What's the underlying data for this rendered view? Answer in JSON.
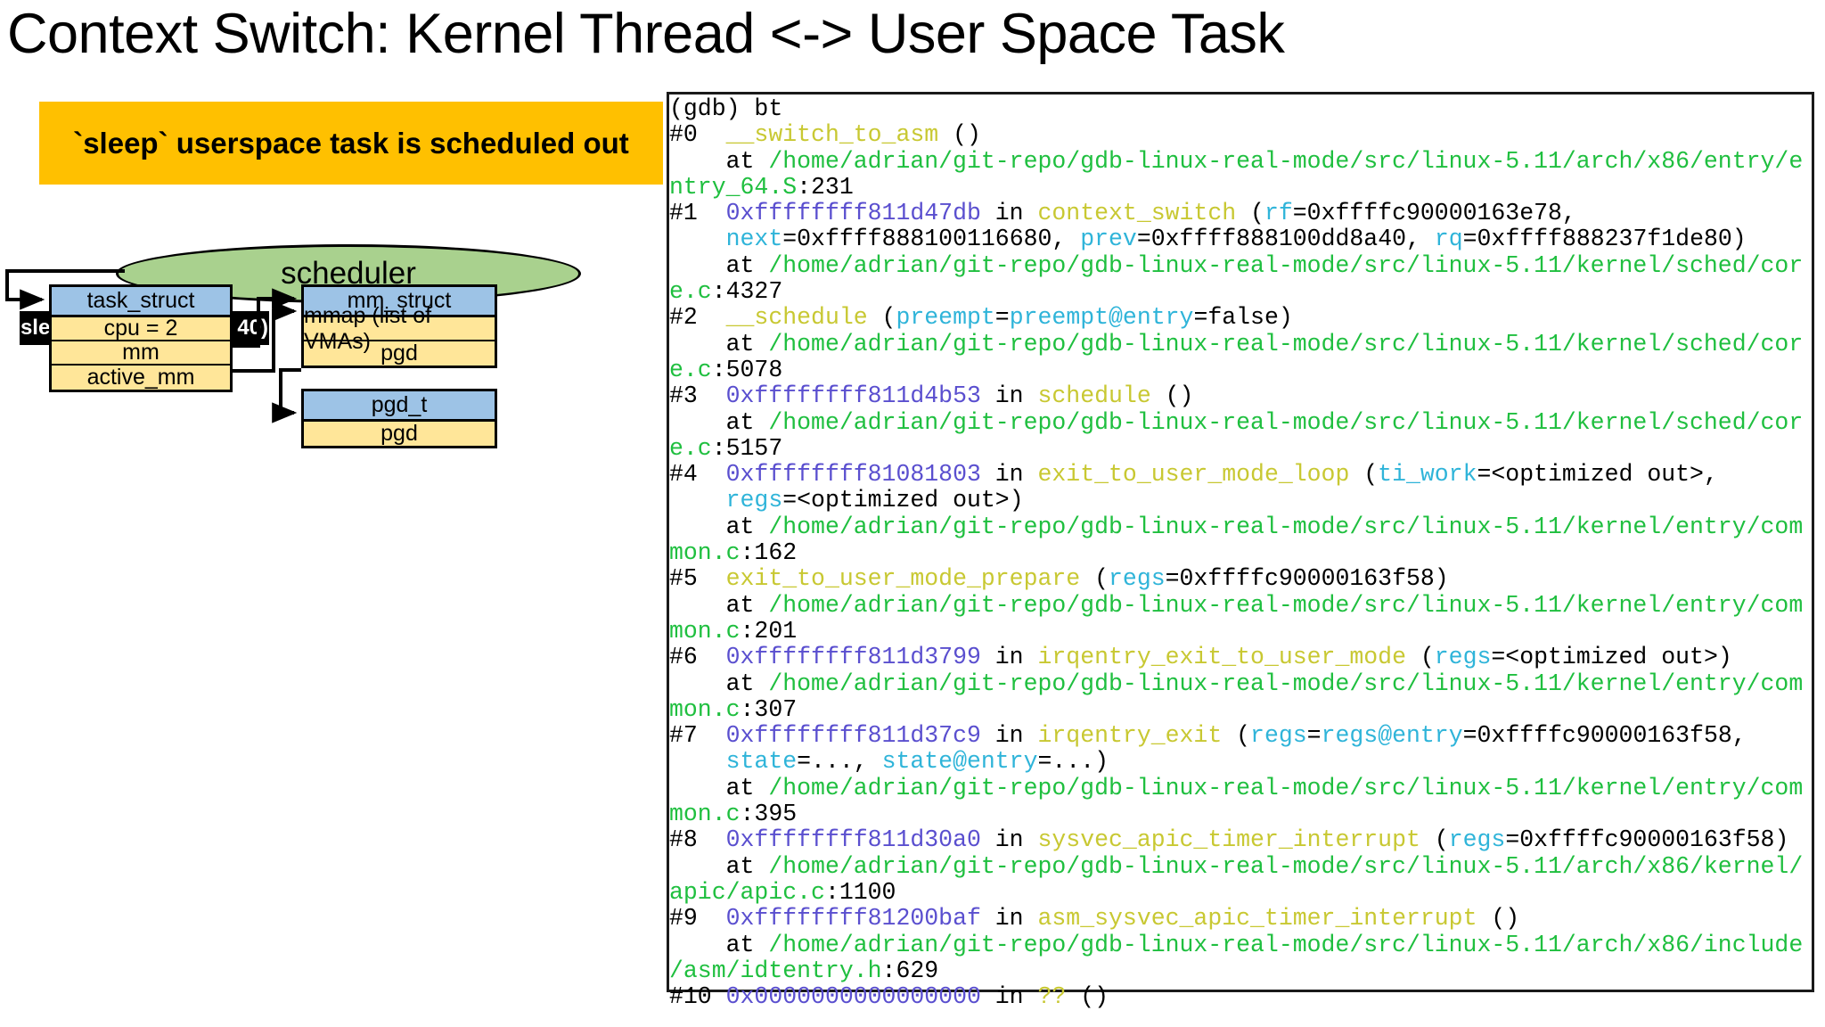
{
  "slide": {
    "title": "Context Switch: Kernel Thread <-> User Space Task"
  },
  "diagram": {
    "callout_banner": "`sleep` userspace task is scheduled out",
    "scheduler_label": "scheduler",
    "process_label": "sleep program (pid = 40)",
    "structs": [
      {
        "id": "task-struct",
        "title": "task_struct",
        "fields": [
          "cpu = 2",
          "mm",
          "active_mm"
        ]
      },
      {
        "id": "mm-struct",
        "title": "mm_struct",
        "fields": [
          "mmap (list of VMAs)",
          "pgd"
        ]
      },
      {
        "id": "pgd-t",
        "title": "pgd_t",
        "fields": [
          "pgd"
        ]
      }
    ],
    "colors": {
      "banner": "#FFC000",
      "ellipse": "#A9D18E",
      "struct_header": "#9DC3E6",
      "struct_row": "#FFE699",
      "label_bg": "#000000"
    }
  },
  "terminal": {
    "prompt": "(gdb) bt",
    "colors": {
      "function": "#c8c832",
      "path": "#1fbf3f",
      "address": "#5a4fcf",
      "argument": "#2fb4d9",
      "plain": "#000000"
    },
    "lines": [
      [
        {
          "t": "(gdb) bt",
          "c": "plain"
        }
      ],
      [
        {
          "t": "#0  ",
          "c": "plain"
        },
        {
          "t": "__switch_to_asm",
          "c": "fn"
        },
        {
          "t": " ()",
          "c": "plain"
        }
      ],
      [
        {
          "t": "    at ",
          "c": "plain"
        },
        {
          "t": "/home/adrian/git-repo/gdb-linux-real-mode/src/linux-5.11/arch/x86/entry/e",
          "c": "path"
        }
      ],
      [
        {
          "t": "ntry_64.S",
          "c": "path"
        },
        {
          "t": ":231",
          "c": "plain"
        }
      ],
      [
        {
          "t": "#1  ",
          "c": "plain"
        },
        {
          "t": "0xffffffff811d47db",
          "c": "addr"
        },
        {
          "t": " in ",
          "c": "plain"
        },
        {
          "t": "context_switch",
          "c": "fn"
        },
        {
          "t": " (",
          "c": "plain"
        },
        {
          "t": "rf",
          "c": "arg"
        },
        {
          "t": "=0xffffc90000163e78,",
          "c": "plain"
        }
      ],
      [
        {
          "t": "    ",
          "c": "plain"
        },
        {
          "t": "next",
          "c": "arg"
        },
        {
          "t": "=0xffff888100116680, ",
          "c": "plain"
        },
        {
          "t": "prev",
          "c": "arg"
        },
        {
          "t": "=0xffff888100dd8a40, ",
          "c": "plain"
        },
        {
          "t": "rq",
          "c": "arg"
        },
        {
          "t": "=0xffff888237f1de80)",
          "c": "plain"
        }
      ],
      [
        {
          "t": "    at ",
          "c": "plain"
        },
        {
          "t": "/home/adrian/git-repo/gdb-linux-real-mode/src/linux-5.11/kernel/sched/cor",
          "c": "path"
        }
      ],
      [
        {
          "t": "e.c",
          "c": "path"
        },
        {
          "t": ":4327",
          "c": "plain"
        }
      ],
      [
        {
          "t": "#2  ",
          "c": "plain"
        },
        {
          "t": "__schedule",
          "c": "fn"
        },
        {
          "t": " (",
          "c": "plain"
        },
        {
          "t": "preempt",
          "c": "arg"
        },
        {
          "t": "=",
          "c": "plain"
        },
        {
          "t": "preempt@entry",
          "c": "arg"
        },
        {
          "t": "=false)",
          "c": "plain"
        }
      ],
      [
        {
          "t": "    at ",
          "c": "plain"
        },
        {
          "t": "/home/adrian/git-repo/gdb-linux-real-mode/src/linux-5.11/kernel/sched/cor",
          "c": "path"
        }
      ],
      [
        {
          "t": "e.c",
          "c": "path"
        },
        {
          "t": ":5078",
          "c": "plain"
        }
      ],
      [
        {
          "t": "#3  ",
          "c": "plain"
        },
        {
          "t": "0xffffffff811d4b53",
          "c": "addr"
        },
        {
          "t": " in ",
          "c": "plain"
        },
        {
          "t": "schedule",
          "c": "fn"
        },
        {
          "t": " ()",
          "c": "plain"
        }
      ],
      [
        {
          "t": "    at ",
          "c": "plain"
        },
        {
          "t": "/home/adrian/git-repo/gdb-linux-real-mode/src/linux-5.11/kernel/sched/cor",
          "c": "path"
        }
      ],
      [
        {
          "t": "e.c",
          "c": "path"
        },
        {
          "t": ":5157",
          "c": "plain"
        }
      ],
      [
        {
          "t": "#4  ",
          "c": "plain"
        },
        {
          "t": "0xffffffff81081803",
          "c": "addr"
        },
        {
          "t": " in ",
          "c": "plain"
        },
        {
          "t": "exit_to_user_mode_loop",
          "c": "fn"
        },
        {
          "t": " (",
          "c": "plain"
        },
        {
          "t": "ti_work",
          "c": "arg"
        },
        {
          "t": "=<optimized out>,",
          "c": "plain"
        }
      ],
      [
        {
          "t": "    ",
          "c": "plain"
        },
        {
          "t": "regs",
          "c": "arg"
        },
        {
          "t": "=<optimized out>)",
          "c": "plain"
        }
      ],
      [
        {
          "t": "    at ",
          "c": "plain"
        },
        {
          "t": "/home/adrian/git-repo/gdb-linux-real-mode/src/linux-5.11/kernel/entry/com",
          "c": "path"
        }
      ],
      [
        {
          "t": "mon.c",
          "c": "path"
        },
        {
          "t": ":162",
          "c": "plain"
        }
      ],
      [
        {
          "t": "#5  ",
          "c": "plain"
        },
        {
          "t": "exit_to_user_mode_prepare",
          "c": "fn"
        },
        {
          "t": " (",
          "c": "plain"
        },
        {
          "t": "regs",
          "c": "arg"
        },
        {
          "t": "=0xffffc90000163f58)",
          "c": "plain"
        }
      ],
      [
        {
          "t": "    at ",
          "c": "plain"
        },
        {
          "t": "/home/adrian/git-repo/gdb-linux-real-mode/src/linux-5.11/kernel/entry/com",
          "c": "path"
        }
      ],
      [
        {
          "t": "mon.c",
          "c": "path"
        },
        {
          "t": ":201",
          "c": "plain"
        }
      ],
      [
        {
          "t": "#6  ",
          "c": "plain"
        },
        {
          "t": "0xffffffff811d3799",
          "c": "addr"
        },
        {
          "t": " in ",
          "c": "plain"
        },
        {
          "t": "irqentry_exit_to_user_mode",
          "c": "fn"
        },
        {
          "t": " (",
          "c": "plain"
        },
        {
          "t": "regs",
          "c": "arg"
        },
        {
          "t": "=<optimized out>)",
          "c": "plain"
        }
      ],
      [
        {
          "t": "    at ",
          "c": "plain"
        },
        {
          "t": "/home/adrian/git-repo/gdb-linux-real-mode/src/linux-5.11/kernel/entry/com",
          "c": "path"
        }
      ],
      [
        {
          "t": "mon.c",
          "c": "path"
        },
        {
          "t": ":307",
          "c": "plain"
        }
      ],
      [
        {
          "t": "#7  ",
          "c": "plain"
        },
        {
          "t": "0xffffffff811d37c9",
          "c": "addr"
        },
        {
          "t": " in ",
          "c": "plain"
        },
        {
          "t": "irqentry_exit",
          "c": "fn"
        },
        {
          "t": " (",
          "c": "plain"
        },
        {
          "t": "regs",
          "c": "arg"
        },
        {
          "t": "=",
          "c": "plain"
        },
        {
          "t": "regs@entry",
          "c": "arg"
        },
        {
          "t": "=0xffffc90000163f58,",
          "c": "plain"
        }
      ],
      [
        {
          "t": "    ",
          "c": "plain"
        },
        {
          "t": "state",
          "c": "arg"
        },
        {
          "t": "=..., ",
          "c": "plain"
        },
        {
          "t": "state@entry",
          "c": "arg"
        },
        {
          "t": "=...)",
          "c": "plain"
        }
      ],
      [
        {
          "t": "    at ",
          "c": "plain"
        },
        {
          "t": "/home/adrian/git-repo/gdb-linux-real-mode/src/linux-5.11/kernel/entry/com",
          "c": "path"
        }
      ],
      [
        {
          "t": "mon.c",
          "c": "path"
        },
        {
          "t": ":395",
          "c": "plain"
        }
      ],
      [
        {
          "t": "#8  ",
          "c": "plain"
        },
        {
          "t": "0xffffffff811d30a0",
          "c": "addr"
        },
        {
          "t": " in ",
          "c": "plain"
        },
        {
          "t": "sysvec_apic_timer_interrupt",
          "c": "fn"
        },
        {
          "t": " (",
          "c": "plain"
        },
        {
          "t": "regs",
          "c": "arg"
        },
        {
          "t": "=0xffffc90000163f58)",
          "c": "plain"
        }
      ],
      [
        {
          "t": "    at ",
          "c": "plain"
        },
        {
          "t": "/home/adrian/git-repo/gdb-linux-real-mode/src/linux-5.11/arch/x86/kernel/",
          "c": "path"
        }
      ],
      [
        {
          "t": "apic/apic.c",
          "c": "path"
        },
        {
          "t": ":1100",
          "c": "plain"
        }
      ],
      [
        {
          "t": "#9  ",
          "c": "plain"
        },
        {
          "t": "0xffffffff81200baf",
          "c": "addr"
        },
        {
          "t": " in ",
          "c": "plain"
        },
        {
          "t": "asm_sysvec_apic_timer_interrupt",
          "c": "fn"
        },
        {
          "t": " ()",
          "c": "plain"
        }
      ],
      [
        {
          "t": "    at ",
          "c": "plain"
        },
        {
          "t": "/home/adrian/git-repo/gdb-linux-real-mode/src/linux-5.11/arch/x86/include",
          "c": "path"
        }
      ],
      [
        {
          "t": "/asm/idtentry.h",
          "c": "path"
        },
        {
          "t": ":629",
          "c": "plain"
        }
      ],
      [
        {
          "t": "#10 ",
          "c": "plain"
        },
        {
          "t": "0x0000000000000000",
          "c": "addr"
        },
        {
          "t": " in ",
          "c": "plain"
        },
        {
          "t": "??",
          "c": "fn"
        },
        {
          "t": " ()",
          "c": "plain"
        }
      ]
    ]
  }
}
